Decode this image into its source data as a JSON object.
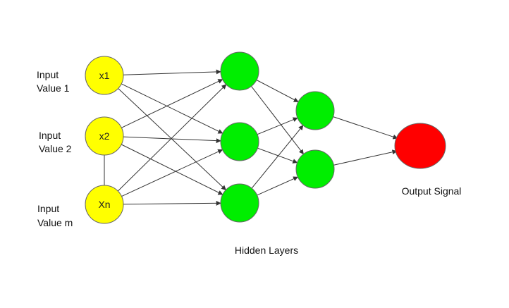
{
  "diagram": {
    "colors": {
      "input": "#ffff00",
      "hidden": "#00ee00",
      "output": "#ff0000",
      "stroke": "#666666",
      "edge": "#333333"
    },
    "input_labels": [
      {
        "line1": "Input",
        "line2": "Value 1"
      },
      {
        "line1": "Input",
        "line2": "Value 2"
      },
      {
        "line1": "Input",
        "line2": "Value m"
      }
    ],
    "input_nodes": [
      "x1",
      "x2",
      "Xn"
    ],
    "hidden_label": "Hidden Layers",
    "output_label": "Output Signal"
  }
}
